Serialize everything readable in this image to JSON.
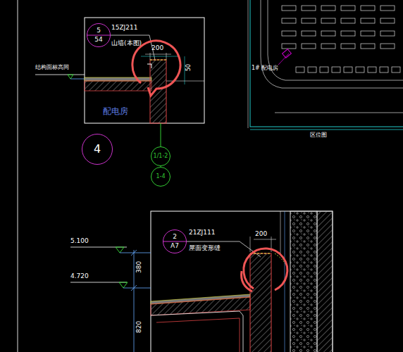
{
  "diagram": {
    "nodes": [
      {
        "text": [
          "5",
          "54"
        ]
      },
      {
        "text": [
          "4"
        ]
      },
      {
        "text": [
          "1/1-2"
        ]
      },
      {
        "text": [
          "1-4"
        ]
      },
      {
        "text": [
          "2",
          "A7"
        ]
      }
    ],
    "edges": [
      {
        "from": 2,
        "to": 3,
        "arrow": "none"
      }
    ],
    "labels": [
      "结构面标高同",
      "15ZJ211",
      "山墙(本图)",
      "200",
      "50",
      "配电房",
      "1# 配电房",
      "区位图",
      "21ZJ111",
      "屋面变形缝",
      "5.100",
      "4.720",
      "380",
      "820",
      "200"
    ]
  }
}
